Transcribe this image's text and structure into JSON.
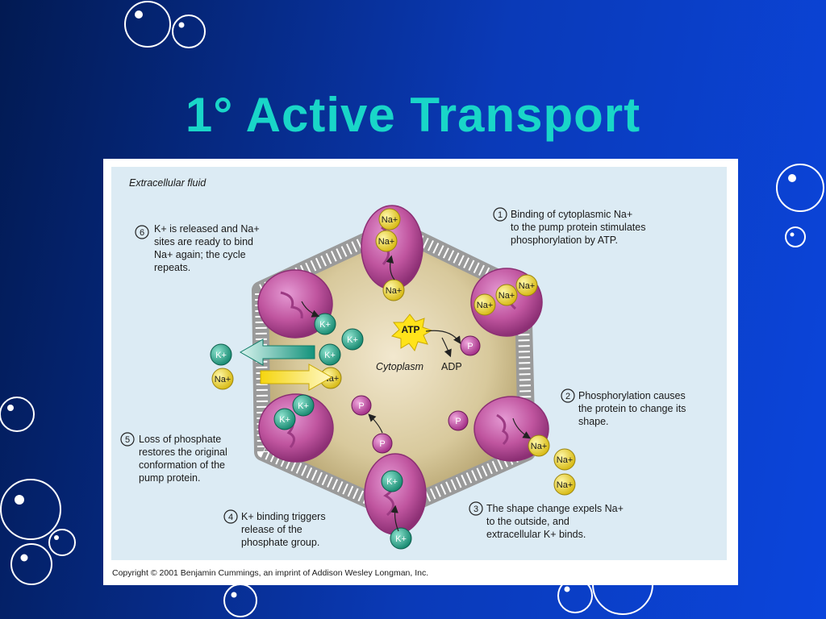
{
  "slide": {
    "title": "1°  Active Transport",
    "colors": {
      "title": "#19d6c8",
      "bg_dark": "#021a52",
      "bg_light": "#0b45dc"
    }
  },
  "figure": {
    "region_labels": {
      "extracellular": "Extracellular fluid",
      "cytoplasm": "Cytoplasm"
    },
    "molecules": {
      "atp": "ATP",
      "adp": "ADP",
      "p": "P",
      "na": "Na+",
      "k": "K+"
    },
    "steps": [
      {
        "num": "1",
        "lines": [
          "Binding of cytoplasmic Na+",
          "to the pump protein stimulates",
          "phosphorylation by ATP."
        ]
      },
      {
        "num": "2",
        "lines": [
          "Phosphorylation causes",
          "the protein to change its",
          "shape."
        ]
      },
      {
        "num": "3",
        "lines": [
          "The shape change expels Na+",
          "to the outside, and",
          "extracellular K+ binds."
        ]
      },
      {
        "num": "4",
        "lines": [
          "K+ binding triggers",
          "release of the",
          "phosphate group."
        ]
      },
      {
        "num": "5",
        "lines": [
          "Loss of phosphate",
          "restores the original",
          "conformation of the",
          "pump protein."
        ]
      },
      {
        "num": "6",
        "lines": [
          "K+ is released and Na+",
          "sites are ready to bind",
          "Na+ again; the cycle",
          "repeats."
        ]
      }
    ],
    "copyright": "Copyright © 2001 Benjamin Cummings, an imprint of Addison Wesley Longman, Inc."
  }
}
